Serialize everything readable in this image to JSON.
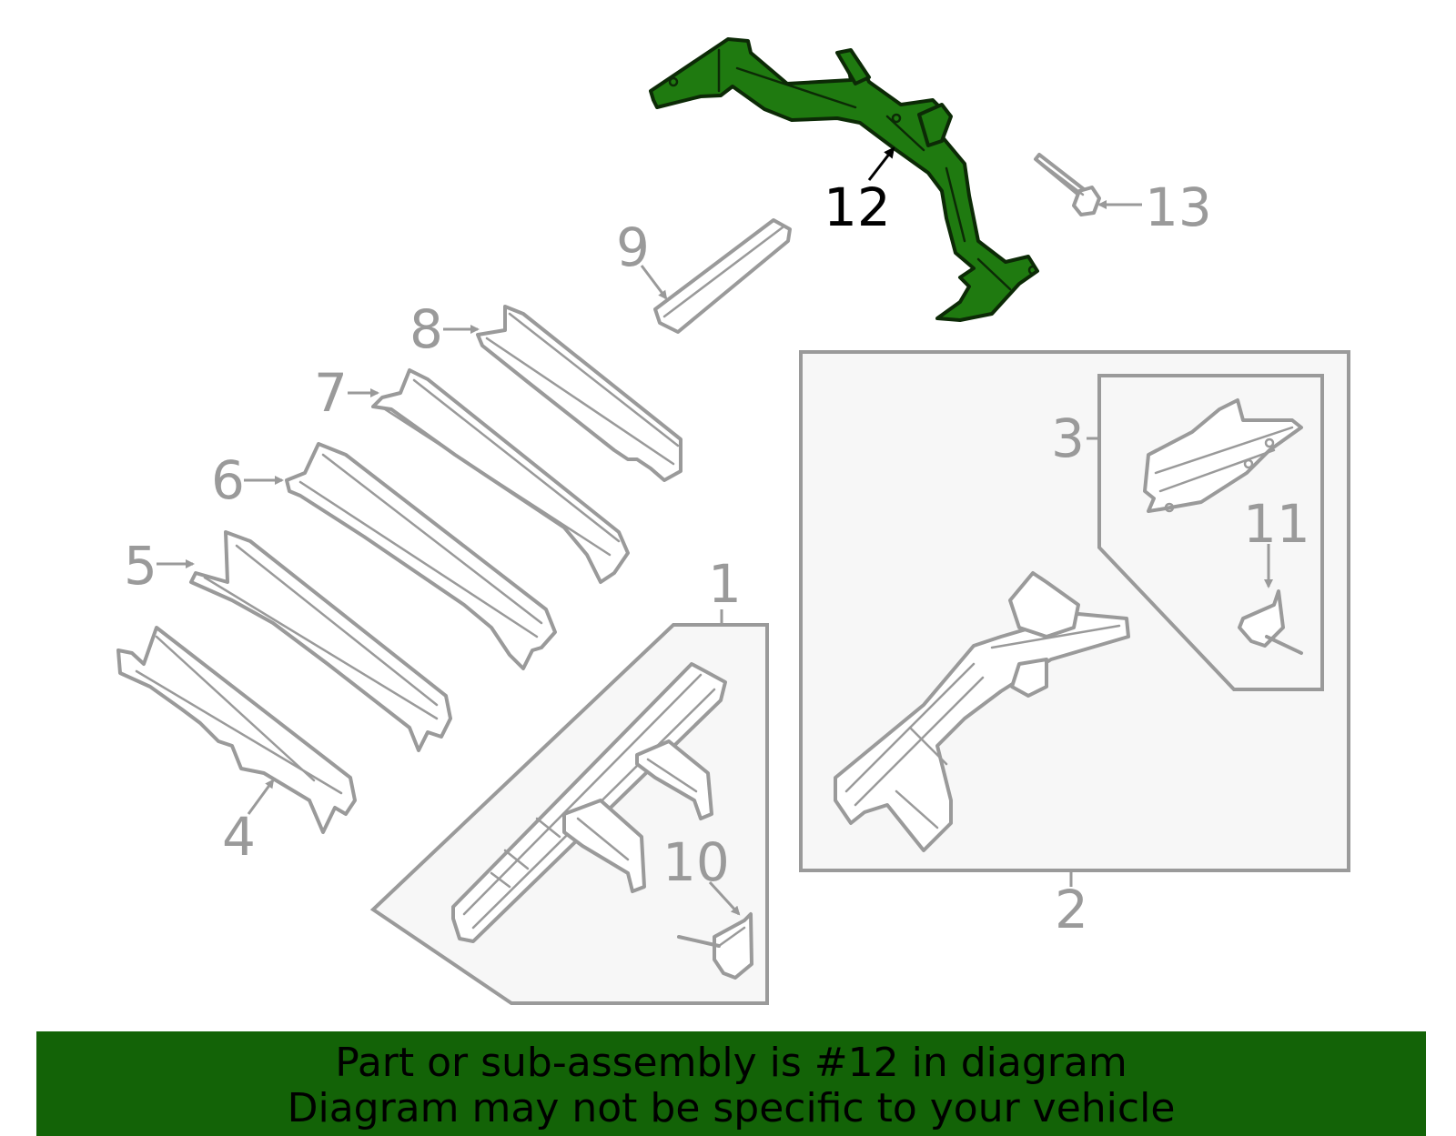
{
  "callouts": {
    "c1": "1",
    "c2": "2",
    "c3": "3",
    "c4": "4",
    "c5": "5",
    "c6": "6",
    "c7": "7",
    "c8": "8",
    "c9": "9",
    "c10": "10",
    "c11": "11",
    "c12": "12",
    "c13": "13"
  },
  "highlight": {
    "part_number": "12",
    "fill_color": "#1f7a10",
    "outline_color": "#0c2a06"
  },
  "footer": {
    "line1": "Part or sub-assembly is #12 in diagram",
    "line2": "Diagram may not be specific to your vehicle",
    "background_color": "#136307",
    "text_color": "#000000"
  },
  "colors": {
    "line_art": "#9a9a9a",
    "box_fill": "#f7f7f7"
  }
}
